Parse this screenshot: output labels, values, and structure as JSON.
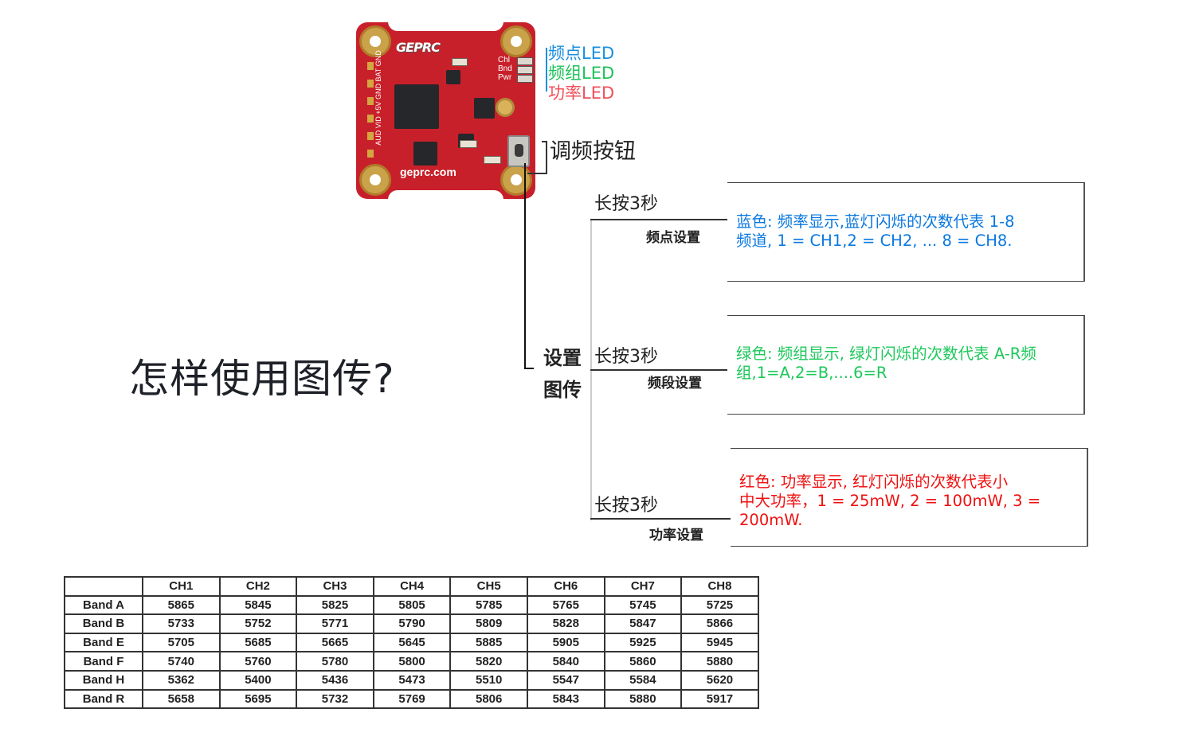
{
  "board": {
    "logo": "GEPRC",
    "website": "geprc.com",
    "pin_labels": "AUD VID +5V GND BAT GND",
    "led_silk": [
      "Chl",
      "Bnd",
      "Pwr"
    ]
  },
  "led_labels": [
    {
      "text": "频点LED",
      "color": "#1a8fe0"
    },
    {
      "text": "频组LED",
      "color": "#1fc25a"
    },
    {
      "text": "功率LED",
      "color": "#f0505a"
    }
  ],
  "button_label": "调频按钮",
  "main_title": "怎样使用图传?",
  "root_label": [
    "设置",
    "图传"
  ],
  "branches": [
    {
      "press": "长按3秒",
      "setting": "频点设置",
      "description": "蓝色: 频率显示,蓝灯闪烁的次数代表 1-8\n频道, 1 = CH1,2 = CH2, ... 8 = CH8.",
      "color": "#0a78e0"
    },
    {
      "press": "长按3秒",
      "setting": "频段设置",
      "description": "绿色: 频组显示, 绿灯闪烁的次数代表 A-R频\n组,1=A,2=B,....6=R",
      "color": "#1cc85a"
    },
    {
      "press": "长按3秒",
      "setting": "功率设置",
      "description": "红色: 功率显示, 红灯闪烁的次数代表小\n中大功率，1 = 25mW, 2 = 100mW, 3 =\n200mW.",
      "color": "#f01010"
    }
  ],
  "table": {
    "headers": [
      "",
      "CH1",
      "CH2",
      "CH3",
      "CH4",
      "CH5",
      "CH6",
      "CH7",
      "CH8"
    ],
    "rows": [
      {
        "band": "Band A",
        "values": [
          "5865",
          "5845",
          "5825",
          "5805",
          "5785",
          "5765",
          "5745",
          "5725"
        ]
      },
      {
        "band": "Band B",
        "values": [
          "5733",
          "5752",
          "5771",
          "5790",
          "5809",
          "5828",
          "5847",
          "5866"
        ]
      },
      {
        "band": "Band E",
        "values": [
          "5705",
          "5685",
          "5665",
          "5645",
          "5885",
          "5905",
          "5925",
          "5945"
        ]
      },
      {
        "band": "Band F",
        "values": [
          "5740",
          "5760",
          "5780",
          "5800",
          "5820",
          "5840",
          "5860",
          "5880"
        ]
      },
      {
        "band": "Band H",
        "values": [
          "5362",
          "5400",
          "5436",
          "5473",
          "5510",
          "5547",
          "5584",
          "5620"
        ]
      },
      {
        "band": "Band R",
        "values": [
          "5658",
          "5695",
          "5732",
          "5769",
          "5806",
          "5843",
          "5880",
          "5917"
        ]
      }
    ]
  }
}
